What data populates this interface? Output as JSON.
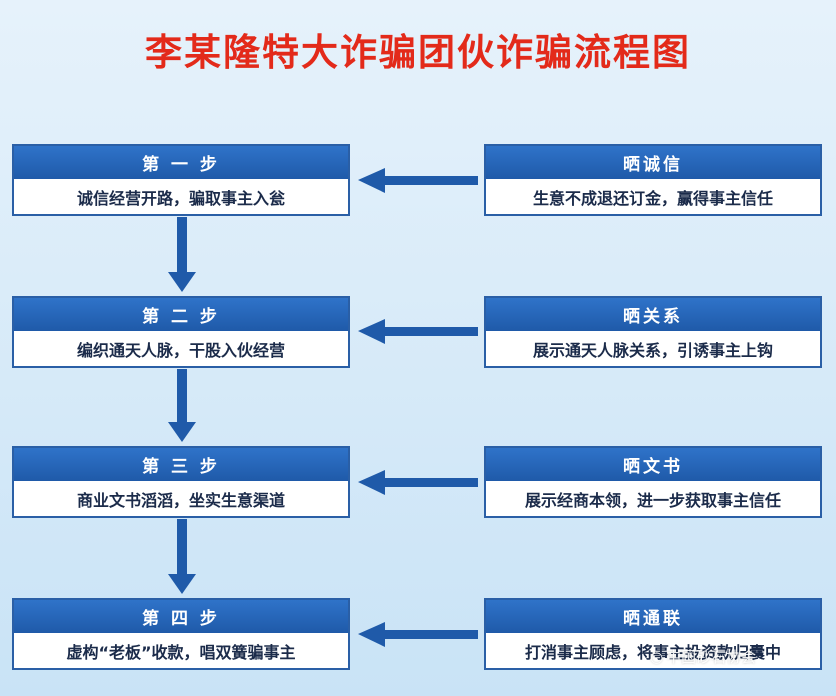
{
  "title": "李某隆特大诈骗团伙诈骗流程图",
  "steps": [
    {
      "head": "第 一 步",
      "body": "诚信经营开路，骗取事主入瓮"
    },
    {
      "head": "第 二 步",
      "body": "编织通天人脉，干股入伙经营"
    },
    {
      "head": "第 三 步",
      "body": "商业文书滔滔，坐实生意渠道"
    },
    {
      "head": "第 四 步",
      "body": "虚构“老板”收款，唱双簧骗事主"
    }
  ],
  "tactics": [
    {
      "head": "晒诚信",
      "body": "生意不成退还订金，赢得事主信任"
    },
    {
      "head": "晒关系",
      "body": "展示通天人脉关系，引诱事主上钩"
    },
    {
      "head": "晒文书",
      "body": "展示经商本领，进一步获取事主信任"
    },
    {
      "head": "晒通联",
      "body": "打消事主顾虑，将事主投资款归囊中"
    }
  ],
  "watermark": "中国砂石协会",
  "colors": {
    "title": "#e32a1a",
    "header": "#2a6bbf",
    "arrow": "#1f5aa9"
  }
}
